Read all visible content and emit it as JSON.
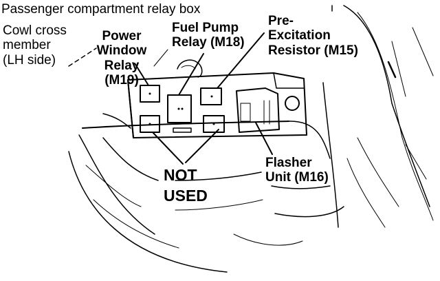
{
  "diagram": {
    "title": "Passenger compartment relay box",
    "labels": {
      "cowl": "Cowl cross\nmember\n(LH side)",
      "power_window": "Power\nWindow\nRelay\n(M19)",
      "fuel_pump": "Fuel Pump\nRelay (M18)",
      "pre_excitation": "Pre-\nExcitation\nResistor (M15)",
      "flasher": "Flasher\nUnit (M16)",
      "not_used": "NOT\nUSED"
    },
    "colors": {
      "ink": "#000000",
      "paper": "#ffffff"
    }
  }
}
